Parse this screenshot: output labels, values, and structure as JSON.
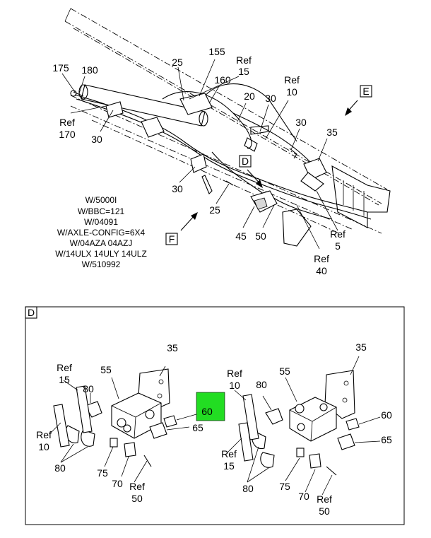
{
  "colors": {
    "highlight": "#22dd22",
    "line": "#000000",
    "background": "#ffffff"
  },
  "main_view": {
    "view_labels": {
      "E": "E",
      "D": "D",
      "F": "F"
    },
    "callouts": {
      "c175": "175",
      "c180": "180",
      "ref170_ref": "Ref",
      "ref170_num": "170",
      "c30a": "30",
      "c155": "155",
      "c25a": "25",
      "c160": "160",
      "ref15_ref": "Ref",
      "ref15_num": "15",
      "c20": "20",
      "c30b": "30",
      "ref10_ref": "Ref",
      "ref10_num": "10",
      "c30c": "30",
      "c35": "35",
      "c30d": "30",
      "c25b": "25",
      "c45": "45",
      "c50": "50",
      "ref5_ref": "Ref",
      "ref5_num": "5",
      "ref40_ref": "Ref",
      "ref40_num": "40"
    },
    "notes": [
      "W/5000I",
      "W/BBC=121",
      "W/04091",
      "W/AXLE-CONFIG=6X4",
      "W/04AZA 04AZJ",
      "W/14ULX 14ULY 14ULZ",
      "W/510992"
    ]
  },
  "detail_view": {
    "title": "D",
    "left": {
      "c35": "35",
      "c55": "55",
      "ref15_ref": "Ref",
      "ref15_num": "15",
      "c80a": "80",
      "c60": "60",
      "c65": "65",
      "ref10_ref": "Ref",
      "ref10_num": "10",
      "c80b": "80",
      "c75": "75",
      "c70": "70",
      "ref50_ref": "Ref",
      "ref50_num": "50"
    },
    "right": {
      "c35": "35",
      "c55": "55",
      "ref10_ref": "Ref",
      "ref10_num": "10",
      "c80a": "80",
      "c60": "60",
      "c65": "65",
      "ref15_ref": "Ref",
      "ref15_num": "15",
      "c80b": "80",
      "c75": "75",
      "c70": "70",
      "ref50_ref": "Ref",
      "ref50_num": "50"
    }
  }
}
